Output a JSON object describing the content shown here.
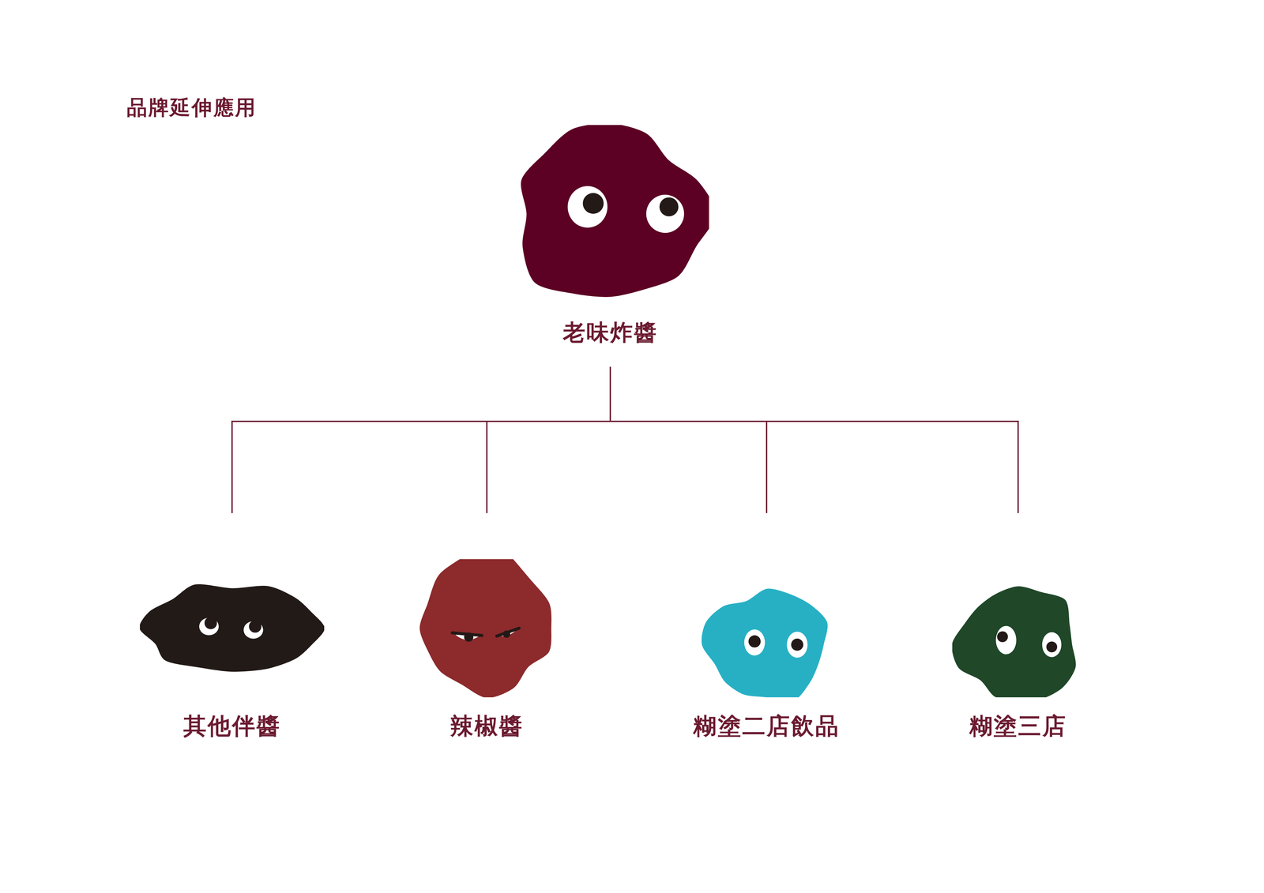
{
  "diagram": {
    "title": "品牌延伸應用",
    "nodes": [
      {
        "text": [
          "老味炸醬"
        ]
      },
      {
        "text": [
          "其他伴醬"
        ]
      },
      {
        "text": [
          "辣椒醬"
        ]
      },
      {
        "text": [
          "糊塗二店飲品"
        ]
      },
      {
        "text": [
          "糊塗三店"
        ]
      }
    ],
    "edges": [
      {
        "from": 0,
        "to": 1,
        "arrow": "none"
      },
      {
        "from": 0,
        "to": 2,
        "arrow": "none"
      },
      {
        "from": 0,
        "to": 3,
        "arrow": "none"
      },
      {
        "from": 0,
        "to": 4,
        "arrow": "none"
      }
    ]
  }
}
